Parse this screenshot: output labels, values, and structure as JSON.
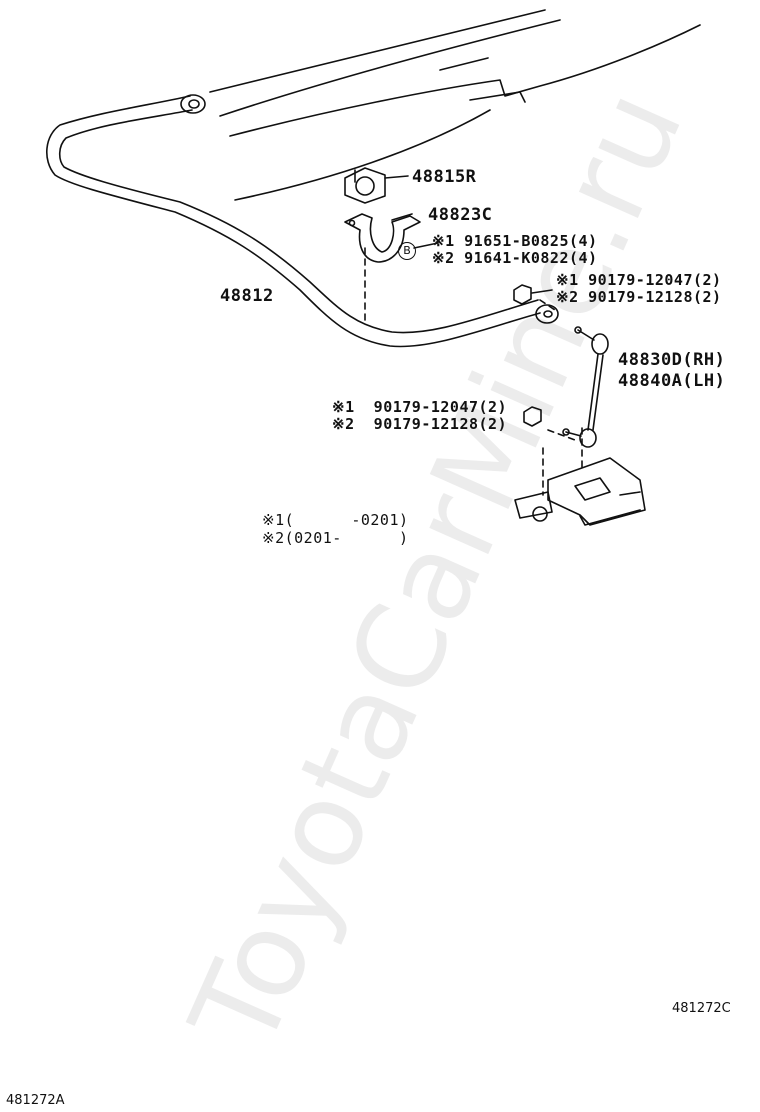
{
  "labels": {
    "bushing": "48815R",
    "bracket": "48823C",
    "stabilizer_bar": "48812",
    "link_rh": "48830D(RH)",
    "link_lh": "48840A(LH)",
    "callout": "B"
  },
  "bracket_bolts": {
    "line1": "※1 91651-B0825(4)",
    "line2": "※2 91641-K0822(4)"
  },
  "upper_nuts": {
    "line1": "※1 90179-12047(2)",
    "line2": "※2 90179-12128(2)"
  },
  "lower_nuts": {
    "line1": "※1  90179-12047(2)",
    "line2": "※2  90179-12128(2)"
  },
  "date_notes": {
    "line1": "※1(      -0201)",
    "line2": "※2(0201-      )"
  },
  "figure_codes": {
    "right": "481272C",
    "bottom_left": "481272A"
  },
  "watermark": "ToyotaCarMine.ru"
}
